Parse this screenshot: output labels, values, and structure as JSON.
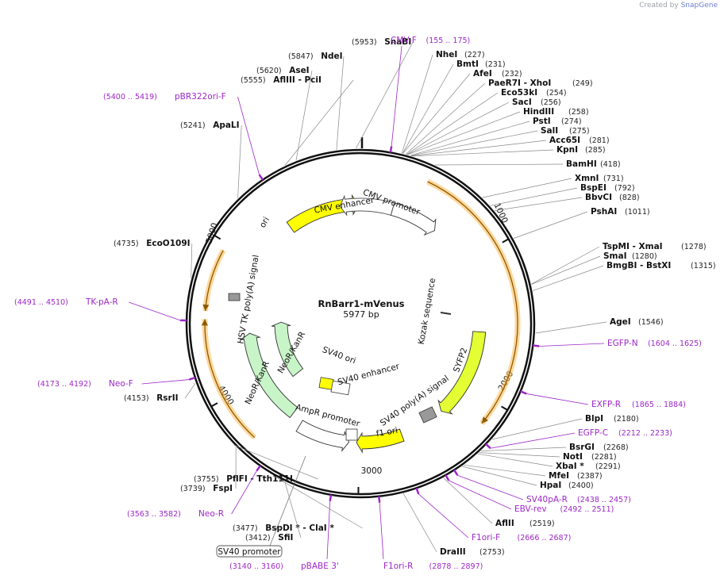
{
  "brand": {
    "created_by": "Created by",
    "name": "SnapGene"
  },
  "plasmid": {
    "name": "RnBarr1-mVenus",
    "length_label": "5977 bp",
    "length": 5977
  },
  "ticks": [
    "1000",
    "2000",
    "3000",
    "4000",
    "5000"
  ],
  "sites": [
    {
      "name": "SnaBI",
      "num": "(5953)"
    },
    {
      "name": "NdeI",
      "num": "(5847)"
    },
    {
      "name": "AseI",
      "num": "(5620)"
    },
    {
      "name": "AflIII  - PciI",
      "num": "(5555)"
    },
    {
      "name": "ApaLI",
      "num": "(5241)"
    },
    {
      "name": "EcoO109I",
      "num": "(4735)"
    },
    {
      "name": "RsrII",
      "num": "(4153)"
    },
    {
      "name": "PflFI  - Tth111I",
      "num": "(3755)"
    },
    {
      "name": "FspI",
      "num": "(3739)"
    },
    {
      "name": "BspDI *  - ClaI *",
      "num": "(3477)"
    },
    {
      "name": "SfiI",
      "num": "(3412)"
    },
    {
      "name": "NheI",
      "num": "(227)"
    },
    {
      "name": "BmtI",
      "num": "(231)"
    },
    {
      "name": "AfeI",
      "num": "(232)"
    },
    {
      "name": "PaeR7I  - XhoI",
      "num": "(249)"
    },
    {
      "name": "Eco53kI",
      "num": "(254)"
    },
    {
      "name": "SacI",
      "num": "(256)"
    },
    {
      "name": "HindIII",
      "num": "(258)"
    },
    {
      "name": "PstI",
      "num": "(274)"
    },
    {
      "name": "SalI",
      "num": "(275)"
    },
    {
      "name": "Acc65I",
      "num": "(281)"
    },
    {
      "name": "KpnI",
      "num": "(285)"
    },
    {
      "name": "BamHI",
      "num": "(418)"
    },
    {
      "name": "XmnI",
      "num": "(731)"
    },
    {
      "name": "BspEI",
      "num": "(792)"
    },
    {
      "name": "BbvCI",
      "num": "(828)"
    },
    {
      "name": "PshAI",
      "num": "(1011)"
    },
    {
      "name": "TspMI  - XmaI",
      "num": "(1278)"
    },
    {
      "name": "SmaI",
      "num": "(1280)"
    },
    {
      "name": "BmgBI  - BstXI",
      "num": "(1315)"
    },
    {
      "name": "AgeI",
      "num": "(1546)"
    },
    {
      "name": "BlpI",
      "num": "(2180)"
    },
    {
      "name": "BsrGI",
      "num": "(2268)"
    },
    {
      "name": "NotI",
      "num": "(2281)"
    },
    {
      "name": "XbaI *",
      "num": "(2291)"
    },
    {
      "name": "MfeI",
      "num": "(2387)"
    },
    {
      "name": "HpaI",
      "num": "(2400)"
    },
    {
      "name": "AflII",
      "num": "(2519)"
    },
    {
      "name": "DraIII",
      "num": "(2753)"
    }
  ],
  "primers": [
    {
      "name": "CMV-F",
      "range": "(155 .. 175)"
    },
    {
      "name": "pBR322ori-F",
      "range": "(5400 .. 5419)"
    },
    {
      "name": "TK-pA-R",
      "range": "(4491 .. 4510)"
    },
    {
      "name": "Neo-F",
      "range": "(4173 .. 4192)"
    },
    {
      "name": "Neo-R",
      "range": "(3563 .. 3582)"
    },
    {
      "name": "pBABE 3'",
      "range": "(3140 .. 3160)"
    },
    {
      "name": "F1ori-R",
      "range": "(2878 .. 2897)"
    },
    {
      "name": "F1ori-F",
      "range": "(2666 .. 2687)"
    },
    {
      "name": "EBV-rev",
      "range": "(2492 .. 2511)"
    },
    {
      "name": "SV40pA-R",
      "range": "(2438 .. 2457)"
    },
    {
      "name": "EGFP-C",
      "range": "(2212 .. 2233)"
    },
    {
      "name": "EXFP-R",
      "range": "(1865 .. 1884)"
    },
    {
      "name": "EGFP-N",
      "range": "(1604 .. 1625)"
    }
  ],
  "features": [
    {
      "name": "CMV promoter"
    },
    {
      "name": "CMV enhancer"
    },
    {
      "name": "ori"
    },
    {
      "name": "HSV TK poly(A) signal"
    },
    {
      "name": "NeoR/KanR"
    },
    {
      "name": "NeoR/KanR"
    },
    {
      "name": "SV40 ori"
    },
    {
      "name": "SV40 enhancer"
    },
    {
      "name": "AmpR promoter"
    },
    {
      "name": "f1 ori"
    },
    {
      "name": "SV40 poly(A) signal"
    },
    {
      "name": "SYFP2"
    },
    {
      "name": "Kozak sequence"
    },
    {
      "name": "SV40 promoter"
    }
  ],
  "colors": {
    "backbone": "#111111",
    "orf": "#ffb84d",
    "primer": "#9c27c7",
    "ori_fill": "#ffff00",
    "neo_fill": "#c8f5c8",
    "syfp_fill": "#e3ff33",
    "promoter_fill": "#ffffff",
    "polya_fill": "#999999"
  }
}
